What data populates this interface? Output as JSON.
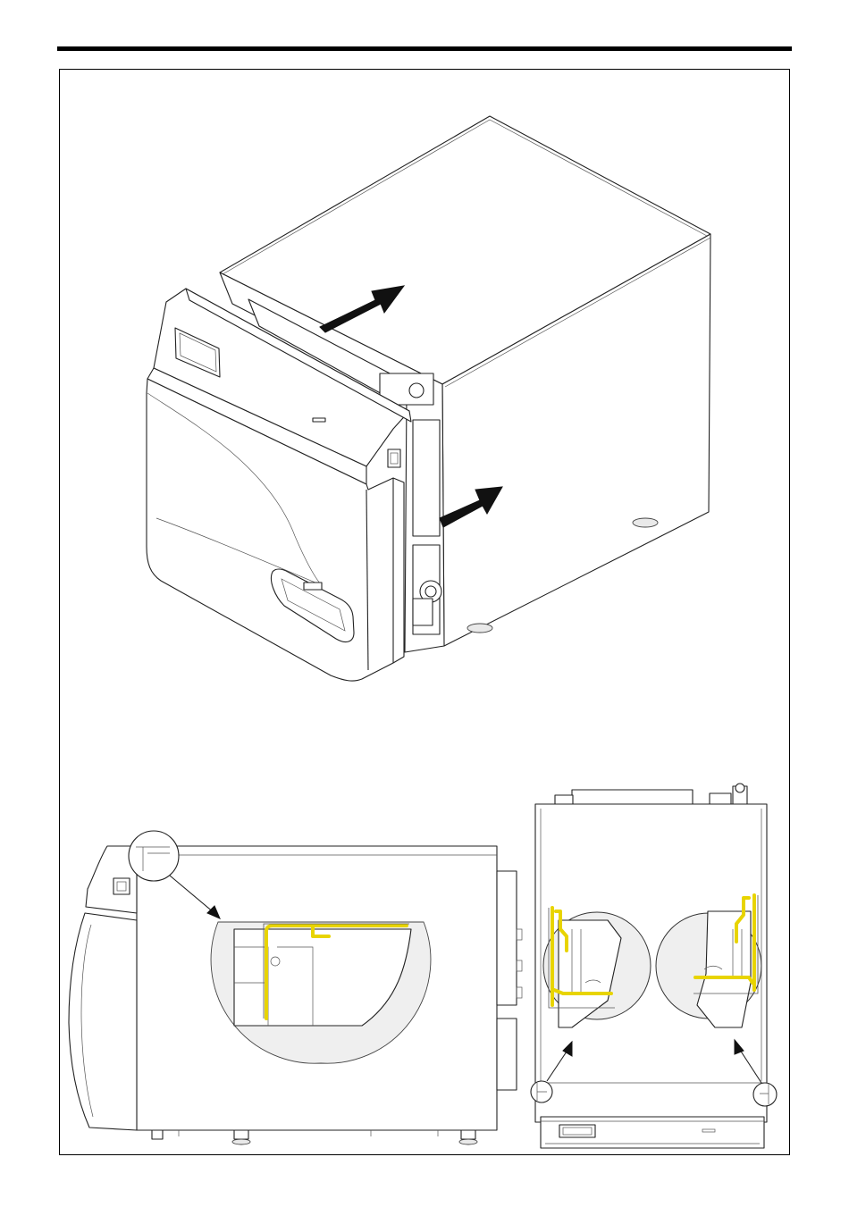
{
  "diagram": {
    "views": [
      "isometric-view",
      "side-view",
      "front-view"
    ],
    "colors": {
      "highlight": "#e8d400",
      "line": "#222222",
      "background": "#ffffff"
    },
    "icons": [
      "push-arrow-icon",
      "callout-arrow-icon",
      "magnifier-circle-icon"
    ]
  }
}
